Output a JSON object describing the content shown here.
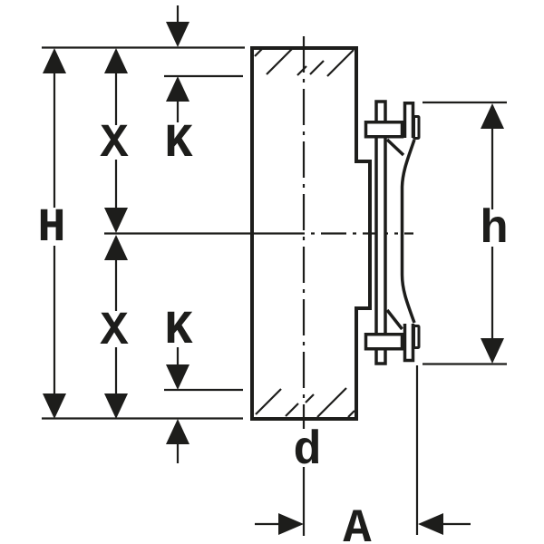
{
  "diagram": {
    "colors": {
      "line": "#1d1d1b",
      "background": "#ffffff"
    },
    "labels": {
      "overall_height": "H",
      "upper_offset": "X",
      "upper_inset": "K",
      "lower_offset": "X",
      "lower_inset": "K",
      "flange_height": "h",
      "diameter": "d",
      "depth": "A"
    }
  }
}
